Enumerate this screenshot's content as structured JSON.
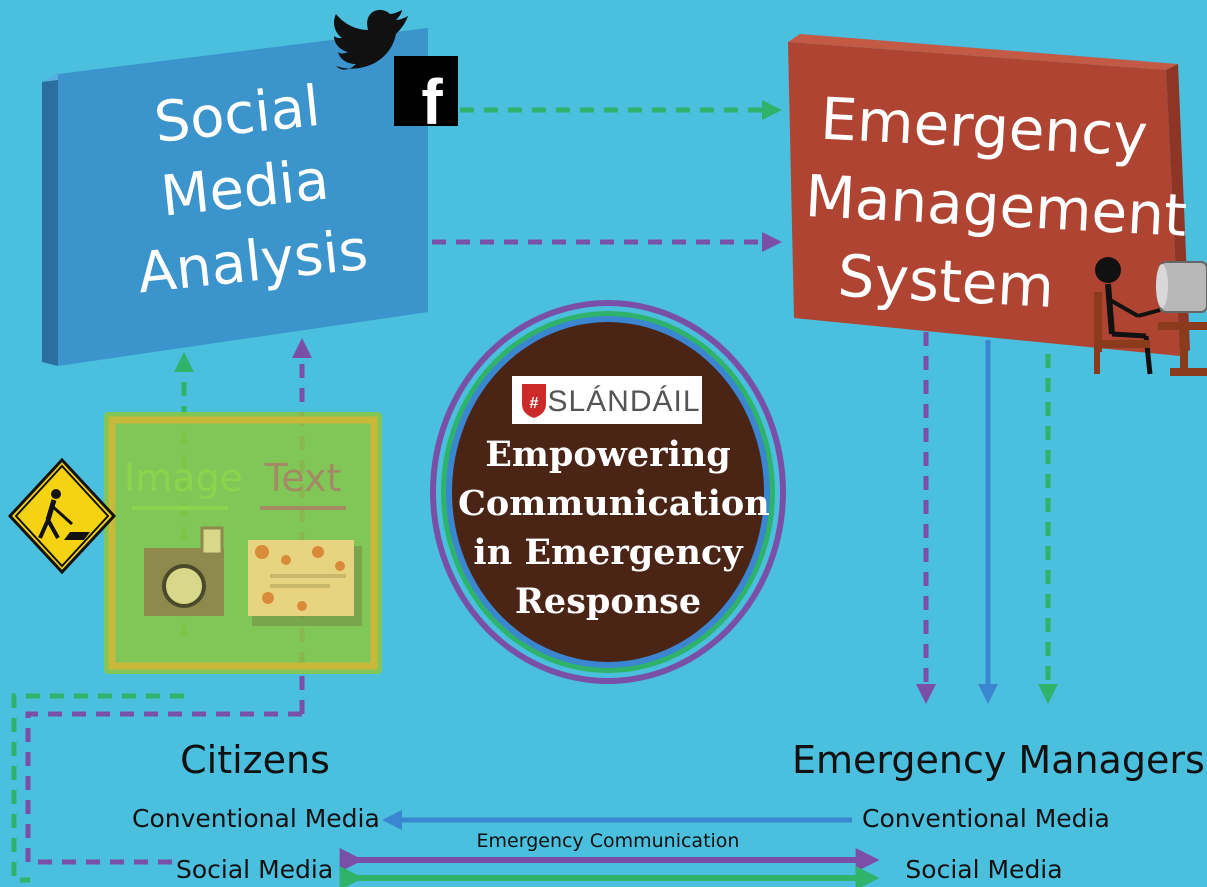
{
  "social_media_analysis": {
    "line1": "Social",
    "line2": "Media",
    "line3": "Analysis"
  },
  "emergency_management_system": {
    "line1": "Emergency",
    "line2": "Management",
    "line3": "System"
  },
  "analysis_panel": {
    "image_label": "Image",
    "text_label": "Text"
  },
  "center_badge": {
    "logo_text": "SLÁNDÁIL",
    "logo_mark": "#",
    "line1": "Empowering",
    "line2": "Communication",
    "line3": "in Emergency",
    "line4": "Response"
  },
  "citizens": {
    "title": "Citizens",
    "conventional_media": "Conventional Media",
    "social_media": "Social Media"
  },
  "emergency_managers": {
    "title": "Emergency Managers",
    "conventional_media": "Conventional Media",
    "social_media": "Social Media"
  },
  "emergency_communication_label": "Emergency Communication",
  "icons": {
    "twitter": "twitter-bird-icon",
    "facebook": "facebook-icon",
    "facebook_glyph": "f",
    "work_sign": "construction-worker-sign-icon",
    "camera": "camera-icon",
    "screenshot": "social-feed-thumbnail-icon",
    "operator": "operator-at-computer-icon"
  },
  "colors": {
    "background": "#4bbfde",
    "social_box": "#3b94cb",
    "ems_box": "#b04432",
    "green_flow": "#2fb36b",
    "purple_flow": "#7a4fa8",
    "blue_flow": "#3a86d0",
    "badge_fill": "#4a2415"
  }
}
